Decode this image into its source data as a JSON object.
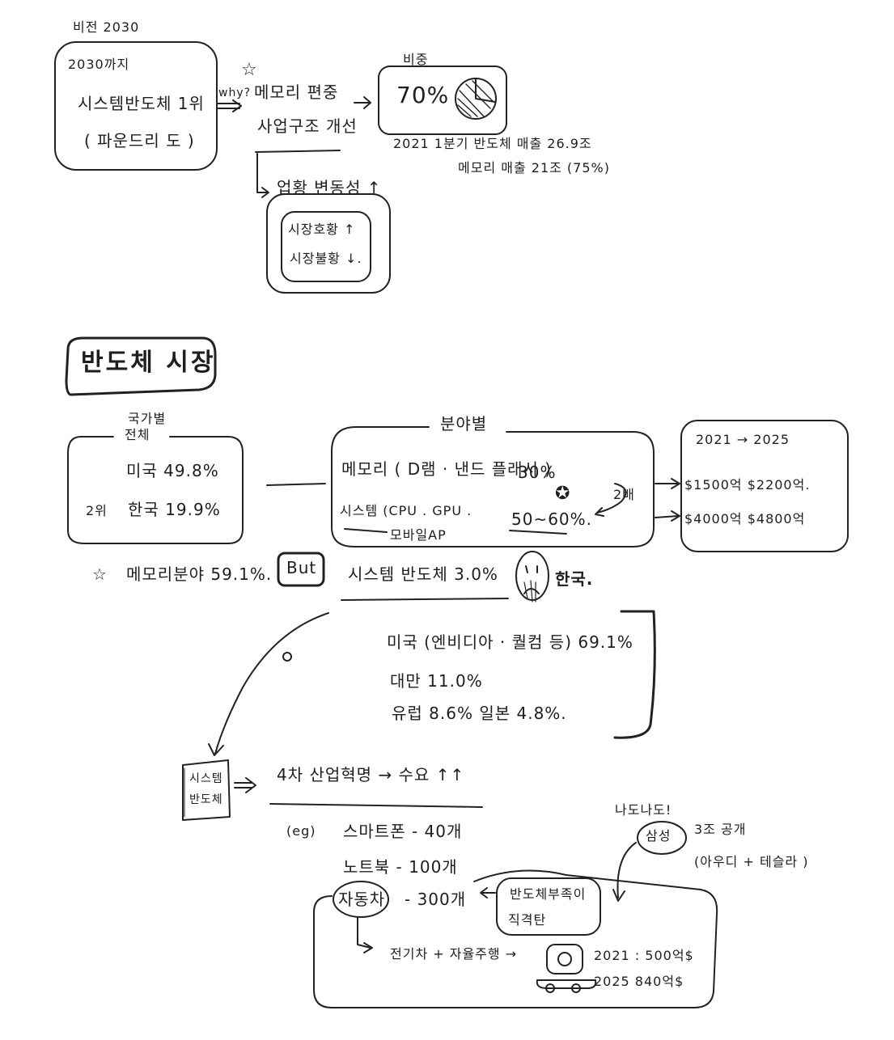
{
  "vision": {
    "label": "비전 2030",
    "goal_line1": "2030까지",
    "goal_line2": "시스템반도체 1위",
    "goal_line3": "( 파운드리 도 )",
    "why": "why?",
    "plan_star": "☆",
    "plan_line1": "메모리 편중",
    "plan_line2": "사업구조 개선",
    "share_label": "비중",
    "share_value": "70%",
    "sales_line1": "2021 1분기 반도체 매출 26.9조",
    "sales_line2": "메모리 매출 21조 (75%)",
    "volatility": "업황 변동성 ↑",
    "boom": "시장호황 ↑",
    "slump": "시장불황 ↓."
  },
  "market": {
    "title": "반도체 시장",
    "by_country_label": "국가별",
    "total_label": "전체",
    "usa": "미국   49.8%",
    "rank2": "2위",
    "korea": "한국   19.9%",
    "memory_share_star": "☆",
    "memory_share": "메모리분야   59.1%.",
    "but": "But",
    "system_share": "시스템 반도체 3.0%",
    "korea_label": "한국.",
    "by_field_label": "분야별",
    "memory_field": "메모리 ( D램 · 낸드 플래시 )",
    "memory_pct": "30%",
    "system_field": "시스템 (CPU . GPU .",
    "system_field2": "모바일AP",
    "system_pct": "50~60%.",
    "star2": "✪",
    "double": "2배",
    "years": "2021   →   2025",
    "memory_growth": "$1500억   $2200억.",
    "system_growth": "$4000억   $4800억",
    "usa_sys": "미국 (엔비디아 · 퀄컴 등)   69.1%",
    "taiwan_sys": "대만   11.0%",
    "europe_japan": "유럽   8.6%   일본   4.8%."
  },
  "demand": {
    "system_box_line1": "시스템",
    "system_box_line2": "반도체",
    "revolution": "4차 산업혁명  →   수요 ↑↑",
    "eg": "(eg)",
    "smartphone": "스마트폰   - 40개",
    "notebook": "노트북     - 100개",
    "car": "자동차",
    "car_count": "- 300개",
    "shortage_line1": "반도체부족이",
    "shortage_line2": "직격탄",
    "me_too": "나도나도!",
    "samsung": "삼성",
    "samsung_note": "3조 공개",
    "partners": "(아우디 + 테슬라 )",
    "ev": "전기차 + 자율주행  →",
    "ev_2021": "2021 : 500억$",
    "ev_2025": "2025   840억$"
  }
}
